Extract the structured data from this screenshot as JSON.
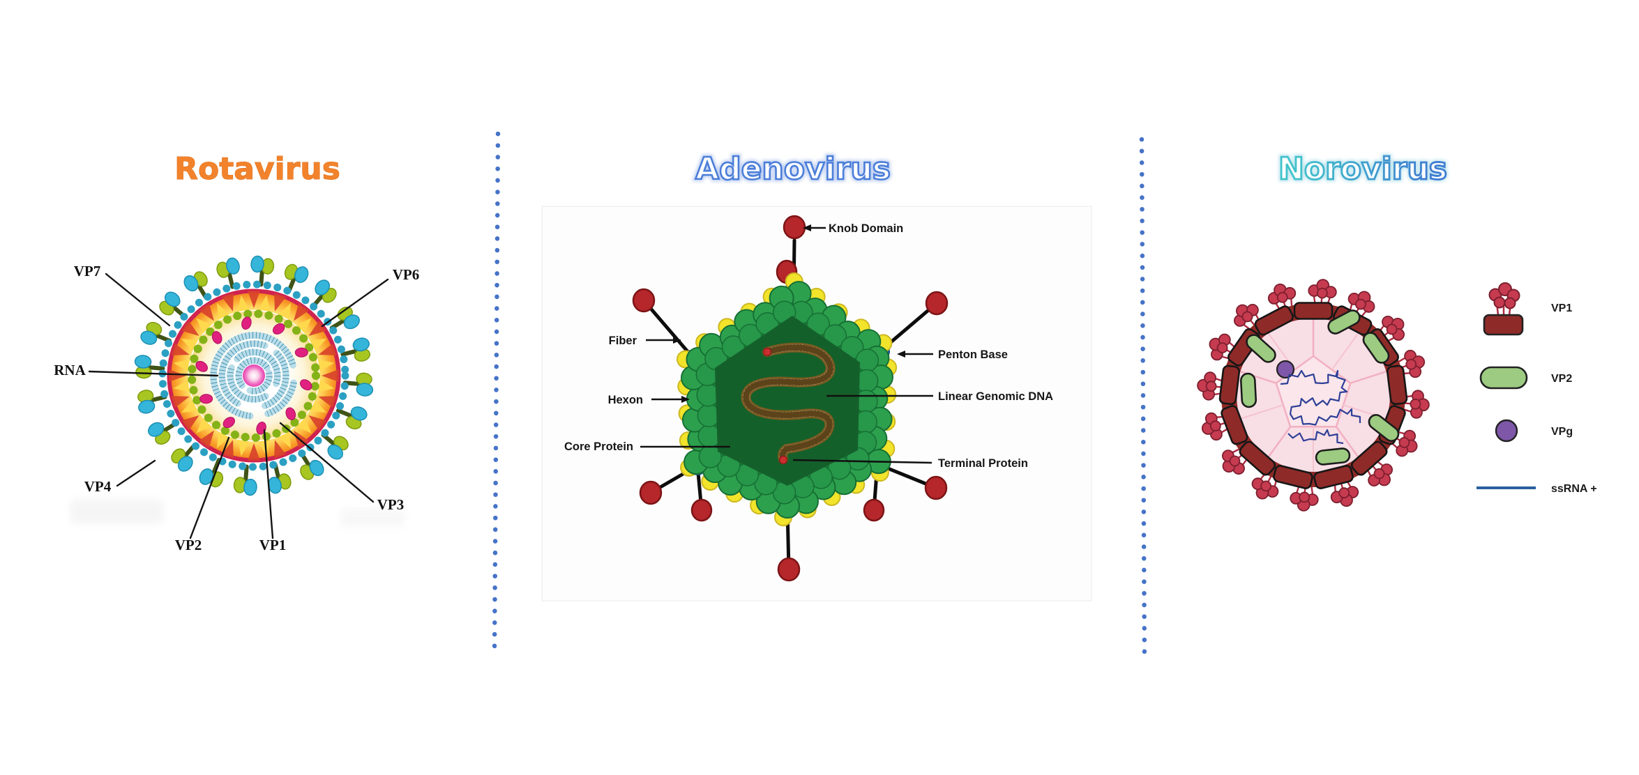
{
  "page": {
    "background": "#ffffff"
  },
  "divider": {
    "color": "#4673C8",
    "style": "dotted-vertical"
  },
  "rotavirus": {
    "title": "Rotavirus",
    "title_color": "#F2832C",
    "labels": {
      "vp7": "VP7",
      "vp6": "VP6",
      "rna": "RNA",
      "vp4": "VP4",
      "vp2": "VP2",
      "vp1": "VP1",
      "vp3": "VP3"
    }
  },
  "adenovirus": {
    "title": "Adenovirus",
    "title_color": "#4C7ED9",
    "labels": {
      "knob_domain": "Knob Domain",
      "fiber": "Fiber",
      "penton_base": "Penton Base",
      "hexon": "Hexon",
      "linear_genomic_dna": "Linear Genomic DNA",
      "core_protein": "Core Protein",
      "terminal_protein": "Terminal Protein"
    }
  },
  "norovirus": {
    "title": "Norovirus",
    "title_color_start": "#41C2CB",
    "title_color_end": "#3F7ED2",
    "legend": [
      {
        "label": "VP1",
        "swatch": "capsid-spike-icon",
        "color": "#8E2B28"
      },
      {
        "label": "VP2",
        "swatch": "green-capsule-icon",
        "color": "#9CCB81"
      },
      {
        "label": "VPg",
        "swatch": "purple-circle-icon",
        "color": "#7E57A8"
      },
      {
        "label": "ssRNA +",
        "swatch": "blue-line-icon",
        "color": "#2B5F9E"
      }
    ]
  }
}
